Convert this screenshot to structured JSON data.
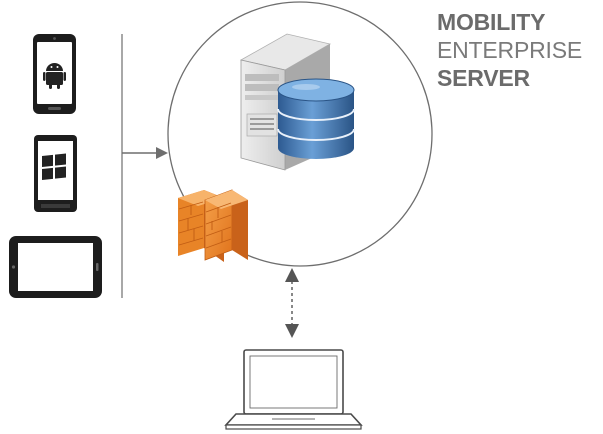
{
  "title": {
    "line1": "MOBILITY",
    "line2": "ENTERPRISE",
    "line3": "SERVER"
  },
  "icons": {
    "android_phone": "android-phone-icon",
    "windows_phone": "windows-phone-icon",
    "tablet": "tablet-icon",
    "server": "server-tower-icon",
    "database": "database-icon",
    "firewall": "firewall-icon",
    "laptop": "laptop-icon"
  },
  "colors": {
    "outline": "#6e6e6e",
    "device_dark": "#2a2a2a",
    "firewall_orange": "#f0892b",
    "database_blue": "#3d6ea8",
    "server_grey": "#d9d9d9",
    "text_grey": "#6b6b6b"
  }
}
